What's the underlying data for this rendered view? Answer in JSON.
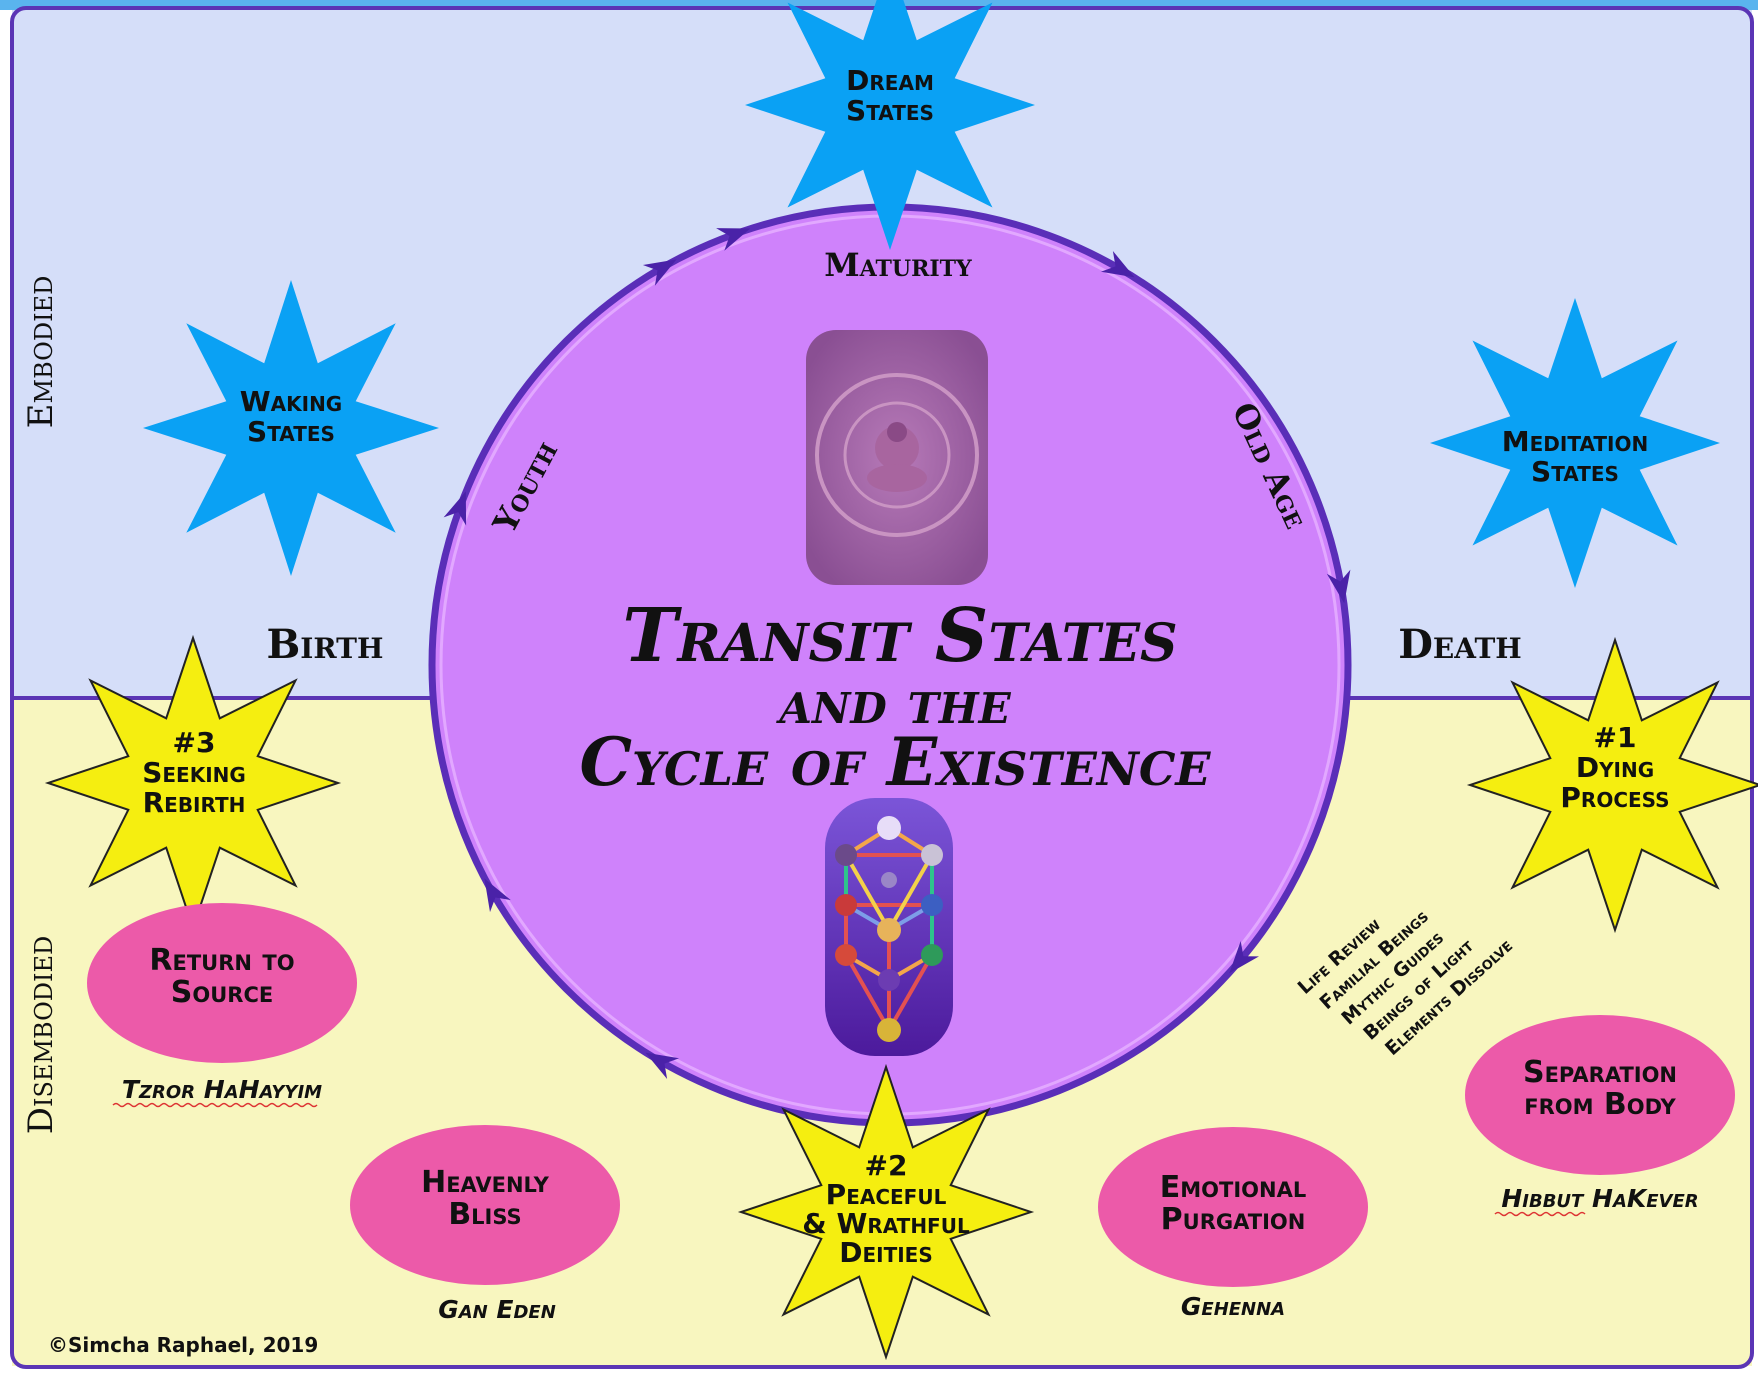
{
  "title": {
    "line1": "Transit States",
    "line2": "and the",
    "line3": "Cycle of Existence"
  },
  "zones": {
    "embodied": "Embodied",
    "disembodied": "Disembodied"
  },
  "cycle_labels": {
    "maturity": "Maturity",
    "youth": "Youth",
    "old_age": "Old Age",
    "birth": "Birth",
    "death": "Death"
  },
  "stars": {
    "dream": [
      "Dream",
      "States"
    ],
    "waking": [
      "Waking",
      "States"
    ],
    "meditation": [
      "Meditation",
      "States"
    ],
    "seeking": [
      "#3",
      "Seeking",
      "Rebirth"
    ],
    "dying": [
      "#1",
      "Dying",
      "Process"
    ],
    "deities": [
      "#2",
      "Peaceful",
      "& Wrathful",
      "Deities"
    ]
  },
  "ovals": {
    "source": {
      "label": [
        "Return to",
        "Source"
      ],
      "caption": "Tzror HaHayyim"
    },
    "bliss": {
      "label": [
        "Heavenly",
        "Bliss"
      ],
      "caption": "Gan Eden"
    },
    "purgation": {
      "label": [
        "Emotional",
        "Purgation"
      ],
      "caption": "Gehenna"
    },
    "separation": {
      "label": [
        "Separation",
        "from Body"
      ],
      "caption": "Hibbut HaKever"
    }
  },
  "dying_list": [
    "Life Review",
    "Familial Beings",
    "Mythic Guides",
    "Beings of Light",
    "Elements Dissolve"
  ],
  "copyright": "©Simcha Raphael, 2019",
  "colors": {
    "embodied_bg": "#d5def9",
    "disembodied_bg": "#f8f6bf",
    "frame": "#5b35b5",
    "top_strip": "#5ab4ee",
    "circle_fill": "#cf82fb",
    "circle_stroke": "#5a2eb8",
    "blue_star": "#0aa1f4",
    "yellow_star": "#f5ee10",
    "oval": "#ec5aa9"
  }
}
